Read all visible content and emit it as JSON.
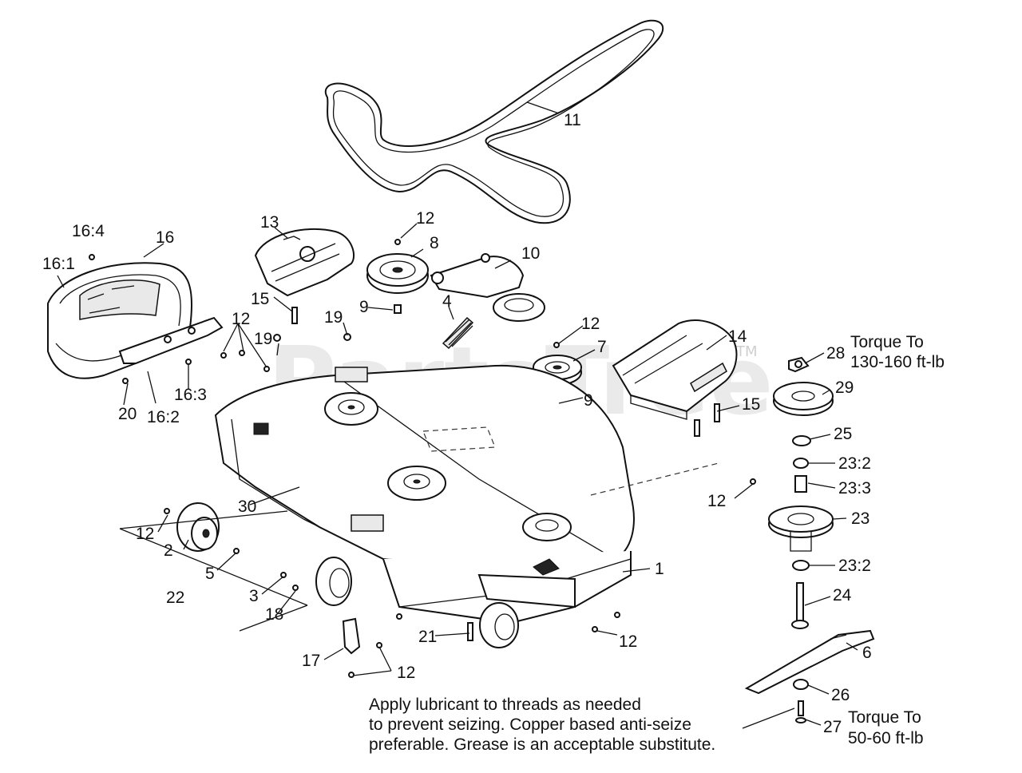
{
  "watermark": "PartsTree",
  "watermark_tm": "TM",
  "labels": {
    "l1": "1",
    "l2": "2",
    "l3": "3",
    "l4": "4",
    "l5": "5",
    "l6": "6",
    "l7": "7",
    "l8": "8",
    "l9a": "9",
    "l9b": "9",
    "l10": "10",
    "l11": "11",
    "l12a": "12",
    "l12b": "12",
    "l12c": "12",
    "l12d": "12",
    "l12e": "12",
    "l12f": "12",
    "l12g": "12",
    "l13": "13",
    "l14": "14",
    "l15a": "15",
    "l15b": "15",
    "l16": "16",
    "l16_1": "16:1",
    "l16_2": "16:2",
    "l16_3": "16:3",
    "l16_4": "16:4",
    "l17": "17",
    "l18": "18",
    "l19a": "19",
    "l19b": "19",
    "l20": "20",
    "l21": "21",
    "l22": "22",
    "l23": "23",
    "l23_2a": "23:2",
    "l23_2b": "23:2",
    "l23_3": "23:3",
    "l24": "24",
    "l25": "25",
    "l26": "26",
    "l27": "27",
    "l28": "28",
    "l29": "29",
    "l30": "30"
  },
  "torque": {
    "upper_line1": "Torque To",
    "upper_line2": "130-160 ft-lb",
    "lower_line1": "Torque To",
    "lower_line2": "50-60 ft-lb"
  },
  "note": {
    "line1": "Apply lubricant to threads as needed",
    "line2": "to prevent seizing. Copper based anti-seize",
    "line3": "preferable. Grease is an acceptable substitute."
  }
}
